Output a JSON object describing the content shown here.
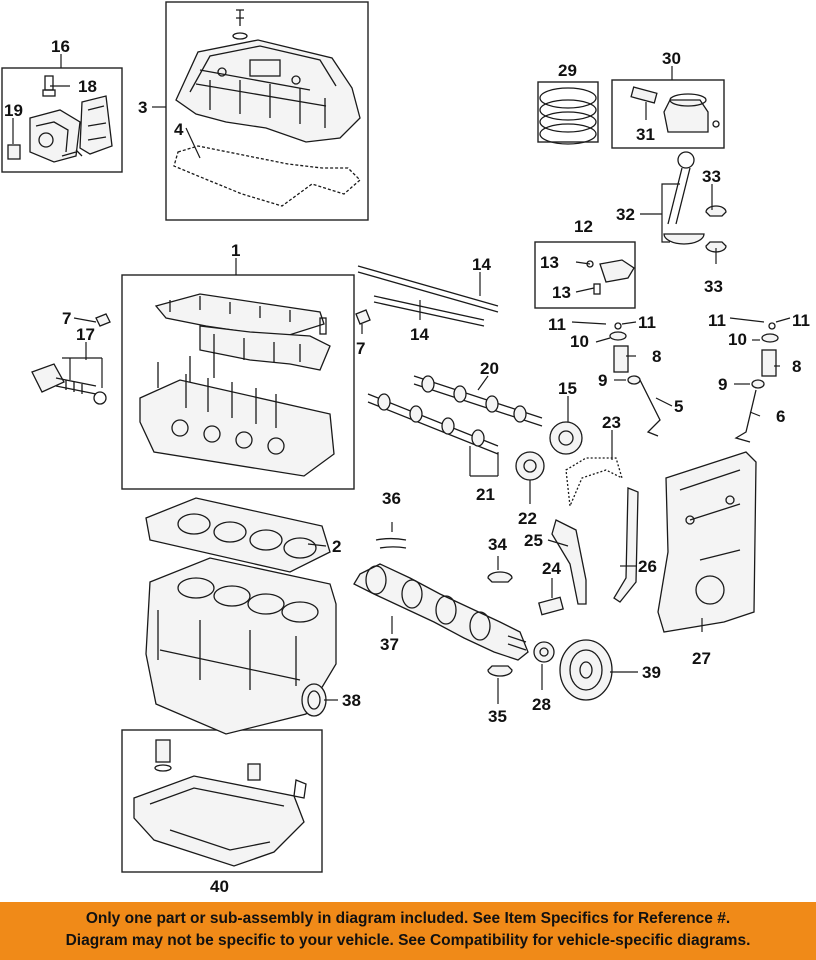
{
  "diagram": {
    "callouts": {
      "c1": "1",
      "c2": "2",
      "c3": "3",
      "c4": "4",
      "c5": "5",
      "c6": "6",
      "c7a": "7",
      "c7b": "7",
      "c8a": "8",
      "c8b": "8",
      "c9a": "9",
      "c9b": "9",
      "c10a": "10",
      "c10b": "10",
      "c11a": "11",
      "c11b": "11",
      "c11c": "11",
      "c11d": "11",
      "c12": "12",
      "c13a": "13",
      "c13b": "13",
      "c14a": "14",
      "c14b": "14",
      "c15": "15",
      "c16": "16",
      "c17": "17",
      "c18": "18",
      "c19": "19",
      "c20": "20",
      "c21": "21",
      "c22": "22",
      "c23": "23",
      "c24": "24",
      "c25": "25",
      "c26": "26",
      "c27": "27",
      "c28": "28",
      "c29": "29",
      "c30": "30",
      "c31": "31",
      "c32": "32",
      "c33a": "33",
      "c33b": "33",
      "c34": "34",
      "c35": "35",
      "c36": "36",
      "c37": "37",
      "c38": "38",
      "c39": "39",
      "c40": "40"
    }
  },
  "footer": {
    "line1": "Only one part or sub-assembly in diagram included. See Item Specifics for Reference #.",
    "line2": "Diagram may not be specific to your vehicle. See Compatibility for vehicle-specific diagrams.",
    "background": "#f08a18"
  }
}
